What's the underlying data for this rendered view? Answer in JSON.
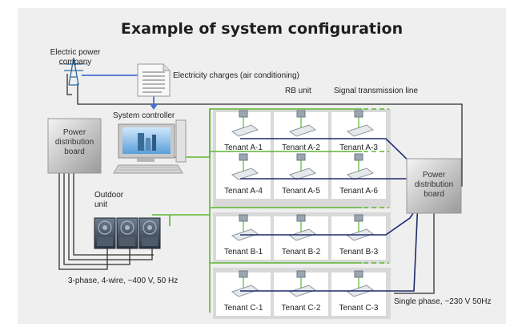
{
  "title": "Example of system configuration",
  "labels": {
    "power_company": "Electric power\ncompany",
    "electricity_charges": "Electricity charges (air conditioning)",
    "system_controller": "System controller",
    "rb_unit": "RB unit",
    "signal_line": "Signal transmission line",
    "pdb_left": "Power\ndistribution\nboard",
    "pdb_right": "Power\ndistribution\nboard",
    "outdoor_unit": "Outdoor\nunit",
    "three_phase": "3-phase, 4-wire, ~400 V, 50 Hz",
    "single_phase": "Single phase, ~230 V 50Hz"
  },
  "tenant_groups": [
    [
      "Tenant A-1",
      "Tenant A-2",
      "Tenant A-3"
    ],
    [
      "Tenant A-4",
      "Tenant A-5",
      "Tenant A-6"
    ],
    [
      "Tenant B-1",
      "Tenant B-2",
      "Tenant B-3"
    ],
    [
      "Tenant C-1",
      "Tenant C-2",
      "Tenant C-3"
    ]
  ],
  "colors": {
    "signal_line": "#5cb82f",
    "power_line_dark": "#2e2e2e",
    "power_line_blue": "#1f2a6e",
    "company_line": "#4a6fd1",
    "background": "#efefef",
    "room_fill": "#d9d9d9"
  }
}
